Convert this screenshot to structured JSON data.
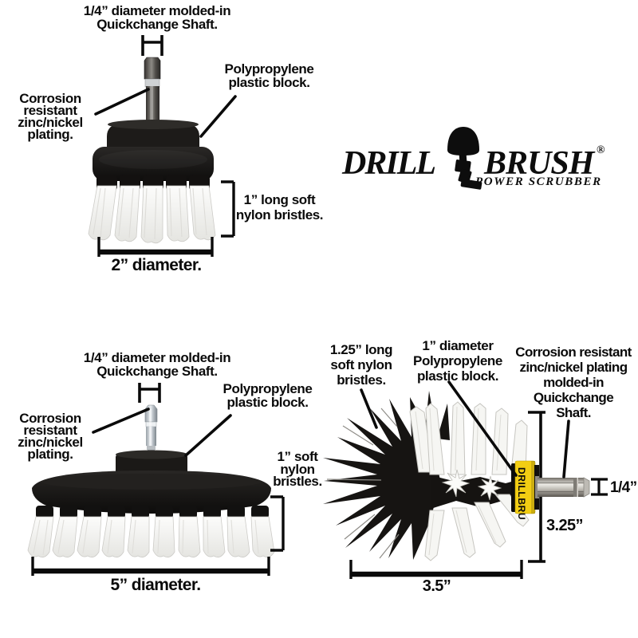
{
  "logo": {
    "word1": "DRILL",
    "word2": "BRUSH",
    "reg": "®",
    "tagline": "POWER SCRUBBER"
  },
  "small_brush": {
    "shaft_callout": "1/4” diameter molded-in\nQuickchange Shaft.",
    "plating_callout": "Corrosion\nresistant\nzinc/nickel\nplating.",
    "block_callout": "Polypropylene\nplastic block.",
    "bristles_callout": "1” long soft\nnylon bristles.",
    "diameter_label": "2” diameter."
  },
  "large_brush": {
    "shaft_callout": "1/4” diameter molded-in\nQuickchange Shaft.",
    "plating_callout": "Corrosion\nresistant\nzinc/nickel\nplating.",
    "block_callout": "Polypropylene\nplastic block.",
    "bristles_callout": "1” soft\nnylon\nbristles.",
    "diameter_label": "5” diameter."
  },
  "ball_brush": {
    "bristles_callout": "1.25” long\nsoft nylon\nbristles.",
    "block_callout": "1” diameter\nPolypropylene\nplastic block.",
    "shaft_callout": "Corrosion resistant\nzinc/nickel plating\nmolded-in\nQuickchange\nShaft.",
    "shaft_diameter_label": "1/4”",
    "height_label": "3.25”",
    "width_label": "3.5”",
    "collar_label": "DRILLBRU"
  },
  "colors": {
    "annotation": "#0a0a0a",
    "block_black": "#171513",
    "bristle_white": "#f4f4f1",
    "bristle_black": "#161412",
    "collar_yellow": "#f2cd13",
    "shaft_zinc": "#c4cbd0",
    "shaft_steel": "#8d8a85"
  }
}
